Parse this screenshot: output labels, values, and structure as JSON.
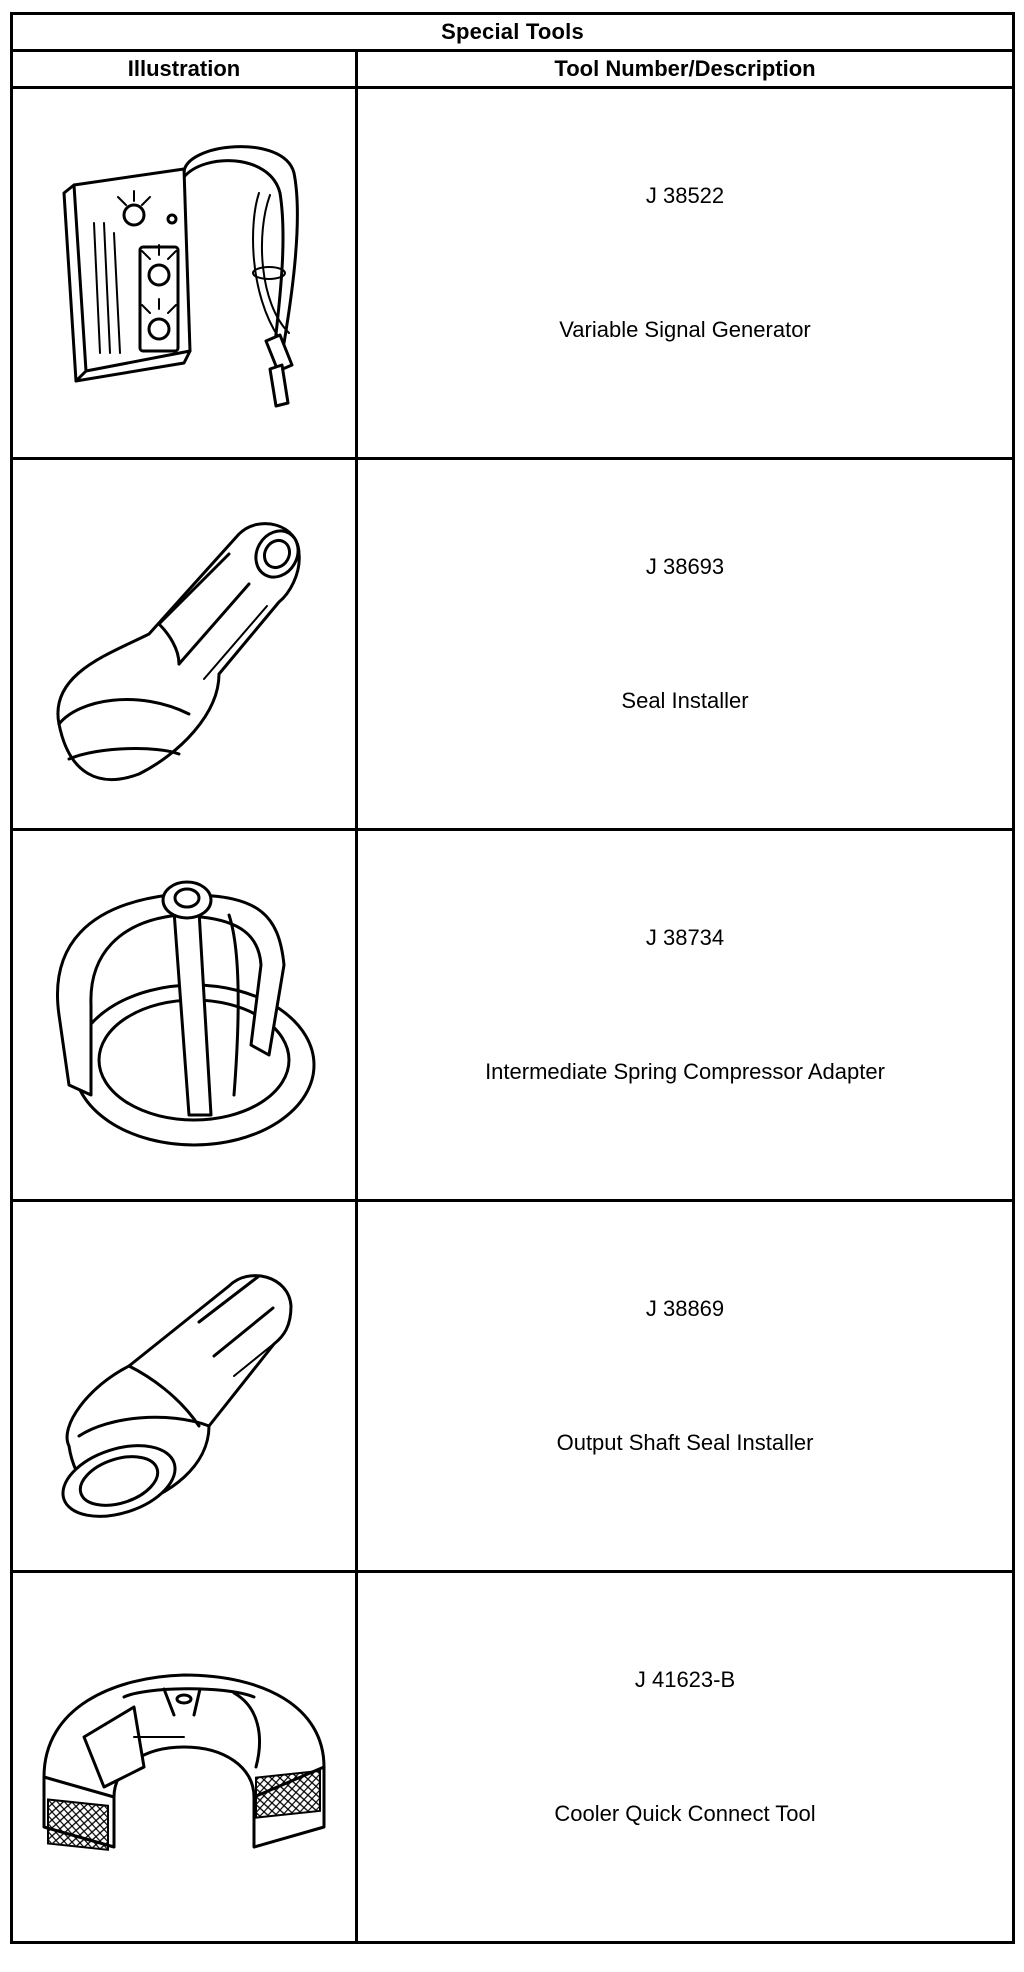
{
  "table": {
    "caption": "Special Tools",
    "headers": [
      "Illustration",
      "Tool Number/Description"
    ],
    "rows": [
      {
        "number": "J 38522",
        "description": "Variable Signal Generator",
        "icon": "signal-generator-icon"
      },
      {
        "number": "J 38693",
        "description": "Seal Installer",
        "icon": "seal-installer-icon"
      },
      {
        "number": "J 38734",
        "description": "Intermediate Spring Compressor Adapter",
        "icon": "spring-compressor-adapter-icon"
      },
      {
        "number": "J 38869",
        "description": "Output Shaft Seal Installer",
        "icon": "output-shaft-seal-installer-icon"
      },
      {
        "number": "J 41623-B",
        "description": "Cooler Quick Connect Tool",
        "icon": "quick-connect-tool-icon"
      }
    ]
  }
}
